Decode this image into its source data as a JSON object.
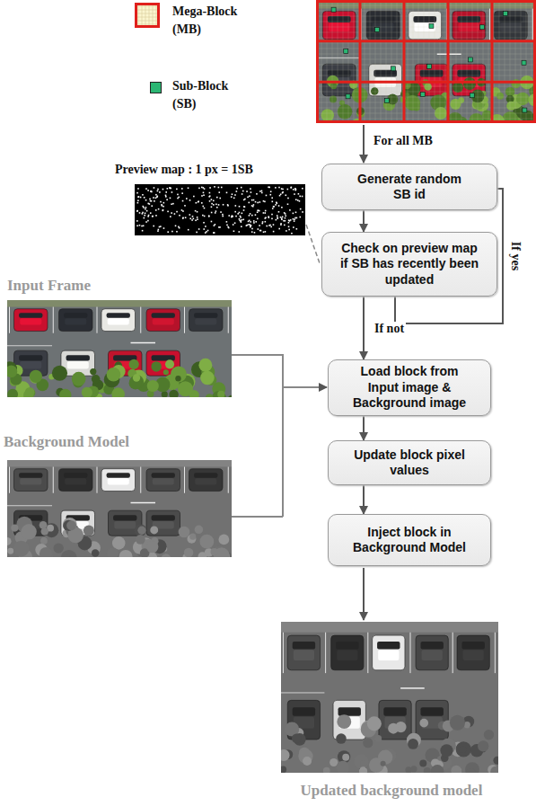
{
  "diagram": {
    "nodes": [
      {
        "text": [
          "Generate random SB id"
        ]
      },
      {
        "text": [
          "Check on preview map if SB has recently been updated"
        ]
      },
      {
        "text": [
          "Load block from Input image & Background image"
        ]
      },
      {
        "text": [
          "Update block pixel values"
        ]
      },
      {
        "text": [
          "Inject block in Background Model"
        ]
      }
    ],
    "edges": [
      {
        "from": 0,
        "to": 1,
        "arrow": "to"
      },
      {
        "from": 1,
        "to": 0,
        "label": "If yes",
        "arrow": "none"
      },
      {
        "from": 1,
        "to": 2,
        "label": "If not",
        "arrow": "to"
      },
      {
        "from": 2,
        "to": 3,
        "arrow": "to"
      },
      {
        "from": 3,
        "to": 4,
        "arrow": "to"
      }
    ],
    "labels": [
      "For all MB",
      "Preview map : 1 px = 1SB",
      "Input Frame",
      "Background Model",
      "Updated background model"
    ],
    "legend": [
      {
        "text": "Mega-Block (MB)"
      },
      {
        "text": "Sub-Block (SB)",
        "color": "#2bb673"
      }
    ]
  }
}
